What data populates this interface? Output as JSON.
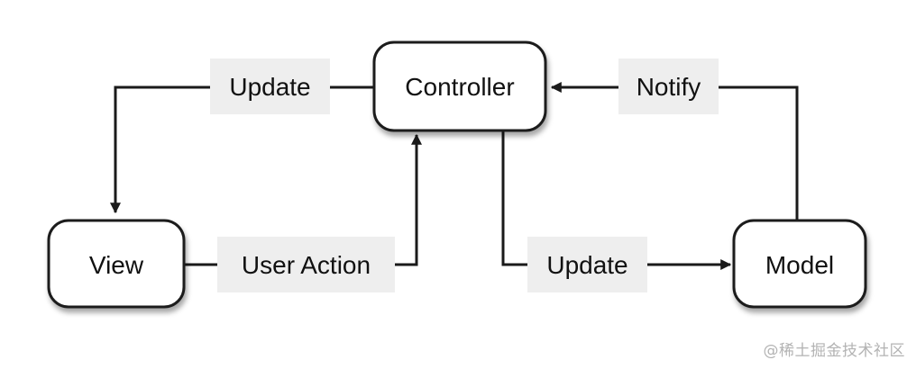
{
  "nodes": {
    "controller": "Controller",
    "view": "View",
    "model": "Model"
  },
  "edges": {
    "controller_to_view": "Update",
    "model_to_controller": "Notify",
    "view_to_controller": "User Action",
    "controller_to_model": "Update"
  },
  "watermark": "@稀土掘金技术社区",
  "colors": {
    "box_fill": "#ffffff",
    "box_stroke": "#1a1a1a",
    "label_bg": "#eeeeee",
    "line": "#1a1a1a",
    "watermark": "#b3b3b3"
  }
}
